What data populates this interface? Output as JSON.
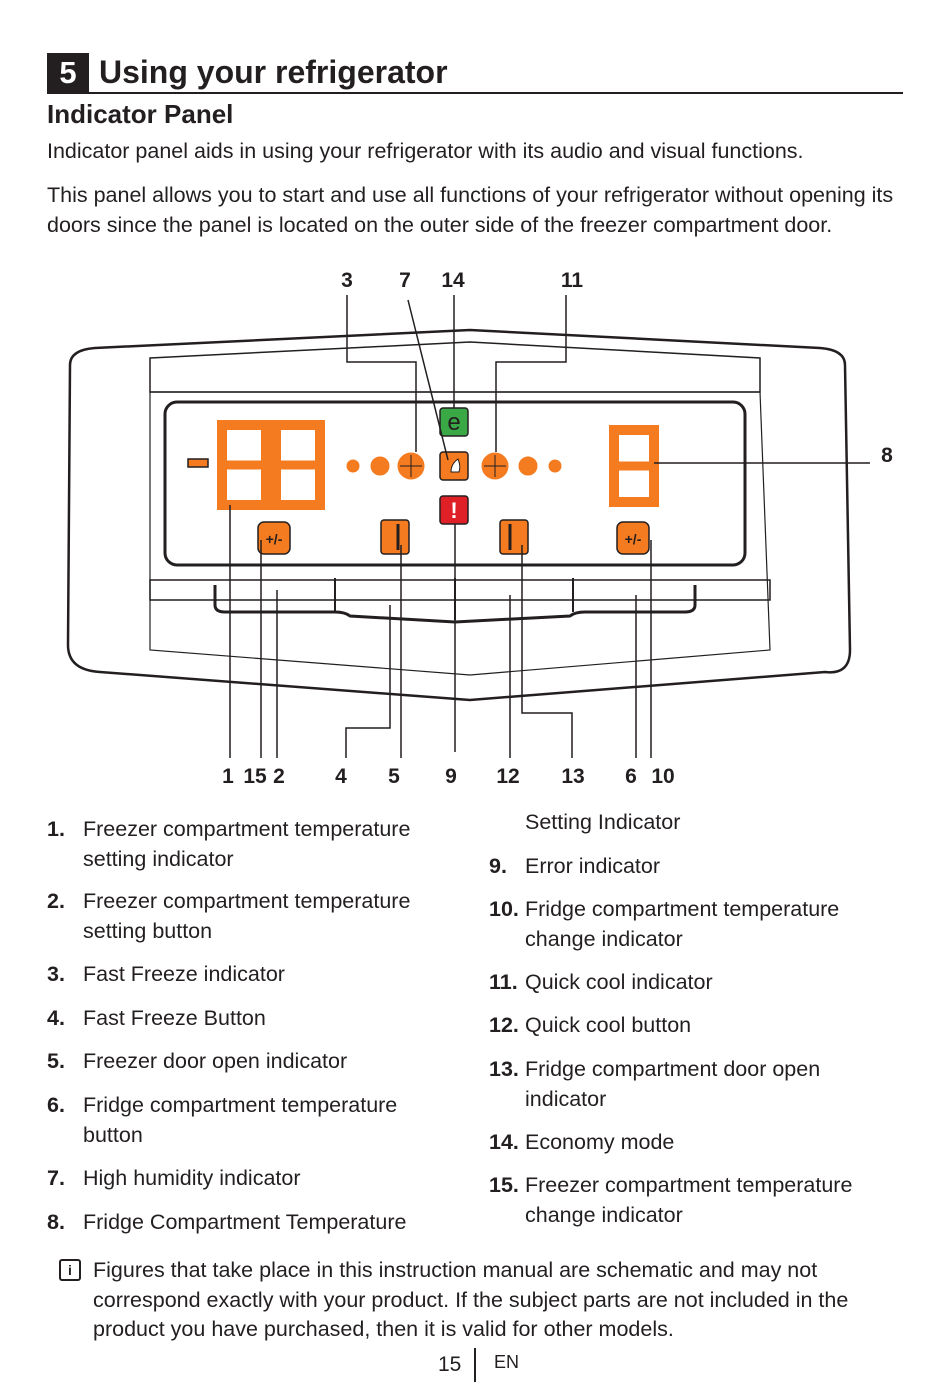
{
  "section": {
    "number": "5",
    "title": "Using your refrigerator"
  },
  "subheading": "Indicator Panel",
  "paragraphs": [
    "Indicator panel aids in using your refrigerator with its audio and visual functions.",
    "This panel allows you to start and use all functions of your refrigerator without opening its doors since the panel is located on the outer side of the freezer compartment door."
  ],
  "diagram": {
    "top_callouts": [
      "3",
      "7",
      "14",
      "11"
    ],
    "right_callout": "8",
    "bottom_callouts": [
      "1",
      "15",
      "2",
      "4",
      "5",
      "9",
      "12",
      "13",
      "6",
      "10"
    ],
    "panel_symbols": {
      "freezer_digits": "-88",
      "fridge_digit": "8",
      "economy": "e",
      "error": "!",
      "plus_minus": "+/-"
    },
    "colors": {
      "orange": "#f47b20",
      "green": "#3aa845",
      "red": "#e02027"
    }
  },
  "items": [
    {
      "num": "1.",
      "text": [
        "Freezer compartment temperature",
        "setting indicator"
      ]
    },
    {
      "num": "2.",
      "text": [
        "Freezer compartment temperature",
        "setting button"
      ]
    },
    {
      "num": "3.",
      "text": [
        "Fast Freeze indicator"
      ]
    },
    {
      "num": "4.",
      "text": [
        "Fast Freeze Button"
      ]
    },
    {
      "num": "5.",
      "text": [
        "Freezer door open indicator"
      ]
    },
    {
      "num": "6.",
      "text": [
        "Fridge compartment temperature",
        "button"
      ]
    },
    {
      "num": "7.",
      "text": [
        "High humidity indicator"
      ]
    },
    {
      "num": "8.",
      "text": [
        "Fridge Compartment Temperature",
        "Setting Indicator"
      ]
    },
    {
      "num": "9.",
      "text": [
        "Error indicator"
      ]
    },
    {
      "num": "10.",
      "text": [
        "Fridge compartment temperature",
        "change indicator"
      ]
    },
    {
      "num": "11.",
      "text": [
        "Quick cool indicator"
      ]
    },
    {
      "num": "12.",
      "text": [
        "Quick cool button"
      ]
    },
    {
      "num": "13.",
      "text": [
        "Fridge compartment door open",
        "indicator"
      ]
    },
    {
      "num": "14.",
      "text": [
        "Economy mode"
      ]
    },
    {
      "num": "15.",
      "text": [
        "Freezer compartment temperature",
        "change indicator"
      ]
    }
  ],
  "note": "Figures that take place in this instruction manual are schematic and may not correspond exactly with your product. If the subject parts are not included in the product you have purchased, then it is valid for other models.",
  "footer": {
    "page": "15",
    "lang": "EN"
  }
}
